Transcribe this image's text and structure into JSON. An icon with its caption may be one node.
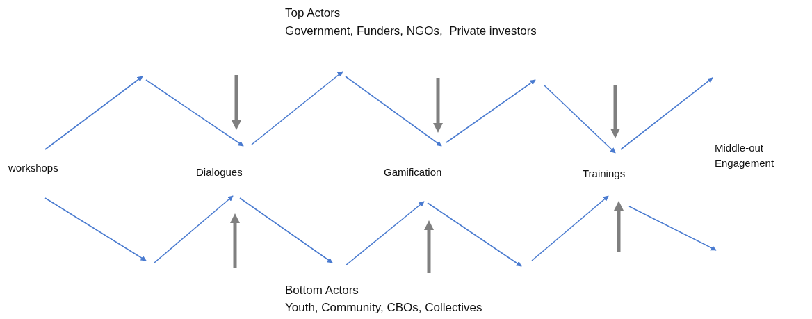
{
  "diagram": {
    "nodes": [
      {
        "text": [
          "workshops"
        ]
      },
      {
        "text": [
          "Dialogues"
        ]
      },
      {
        "text": [
          "Gamification"
        ]
      },
      {
        "text": [
          "Trainings"
        ]
      }
    ],
    "edges": [
      {
        "from": 0,
        "to": null,
        "arrow": "to"
      },
      {
        "from": null,
        "to": 1,
        "arrow": "to"
      },
      {
        "from": 1,
        "to": null,
        "arrow": "to"
      },
      {
        "from": null,
        "to": 2,
        "arrow": "to"
      },
      {
        "from": 2,
        "to": null,
        "arrow": "to"
      },
      {
        "from": null,
        "to": 3,
        "arrow": "to"
      },
      {
        "from": 3,
        "to": null,
        "arrow": "to"
      },
      {
        "from": 0,
        "to": null,
        "arrow": "to"
      },
      {
        "from": null,
        "to": 1,
        "arrow": "to"
      },
      {
        "from": 1,
        "to": null,
        "arrow": "to"
      },
      {
        "from": null,
        "to": 2,
        "arrow": "to"
      },
      {
        "from": 2,
        "to": null,
        "arrow": "to"
      },
      {
        "from": null,
        "to": 3,
        "arrow": "to"
      },
      {
        "from": 3,
        "to": null,
        "arrow": "to"
      }
    ],
    "labels": [
      "Top Actors",
      "Government, Funders, NGOs,  Private investors",
      "Middle-out Engagement",
      "Bottom Actors",
      "Youth, Community, CBOs, Collectives"
    ]
  }
}
